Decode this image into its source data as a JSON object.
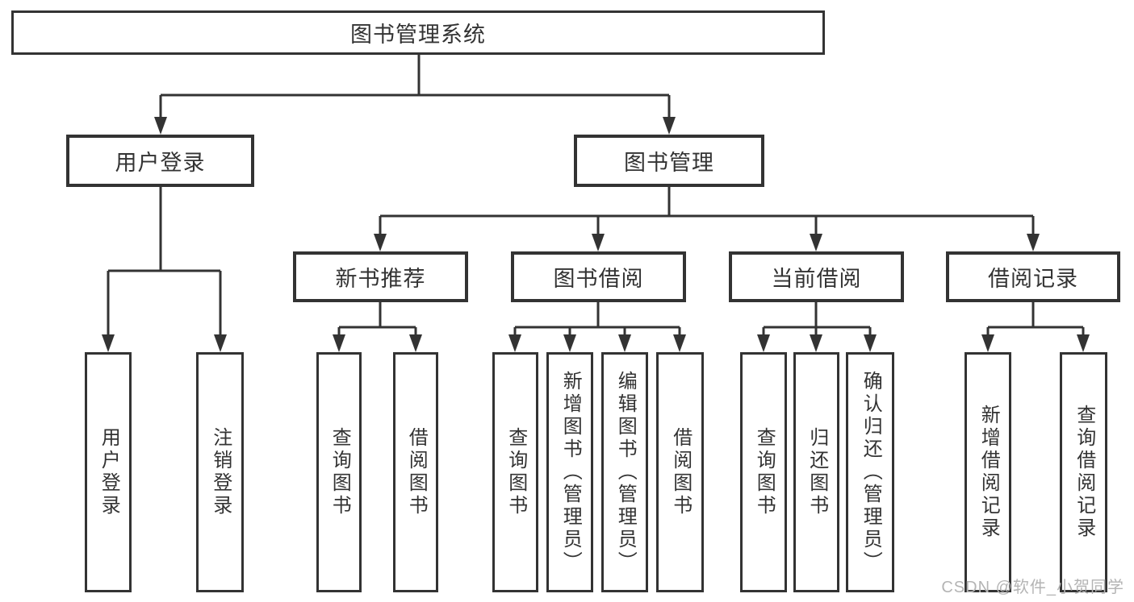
{
  "diagram": {
    "root": {
      "label": "图书管理系统"
    },
    "level2": [
      {
        "id": "user-login",
        "label": "用户登录"
      },
      {
        "id": "book-management",
        "label": "图书管理"
      }
    ],
    "level3": [
      {
        "id": "new-book-recommend",
        "label": "新书推荐"
      },
      {
        "id": "book-borrow",
        "label": "图书借阅"
      },
      {
        "id": "current-borrow",
        "label": "当前借阅"
      },
      {
        "id": "borrow-records",
        "label": "借阅记录"
      }
    ],
    "leaves": [
      {
        "parent": "user-login",
        "label": "用户登录"
      },
      {
        "parent": "user-login",
        "label": "注销登录"
      },
      {
        "parent": "new-book-recommend",
        "label": "查询图书"
      },
      {
        "parent": "new-book-recommend",
        "label": "借阅图书"
      },
      {
        "parent": "book-borrow",
        "label": "查询图书"
      },
      {
        "parent": "book-borrow",
        "label": "新增图书（管理员）"
      },
      {
        "parent": "book-borrow",
        "label": "编辑图书（管理员）"
      },
      {
        "parent": "book-borrow",
        "label": "借阅图书"
      },
      {
        "parent": "current-borrow",
        "label": "查询图书"
      },
      {
        "parent": "current-borrow",
        "label": "归还图书"
      },
      {
        "parent": "current-borrow",
        "label": "确认归还（管理员）"
      },
      {
        "parent": "borrow-records",
        "label": "新增借阅记录"
      },
      {
        "parent": "borrow-records",
        "label": "查询借阅记录"
      }
    ]
  },
  "watermark": "CSDN @软件_小贺同学",
  "colors": {
    "line": "#333333",
    "text": "#333333",
    "watermark": "#b4b4b4",
    "background": "#ffffff"
  }
}
